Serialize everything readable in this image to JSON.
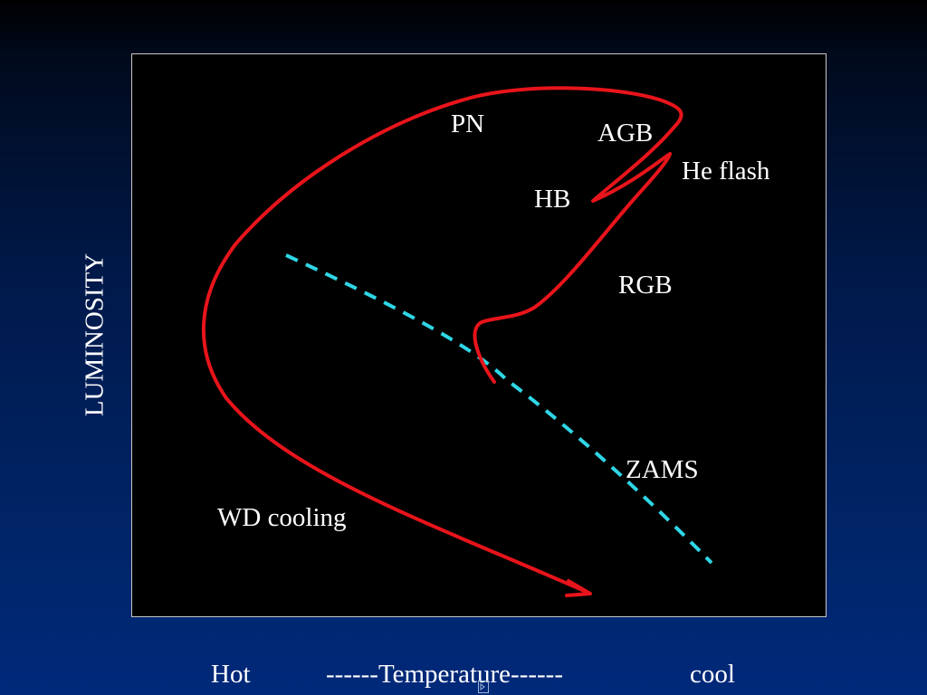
{
  "diagram": {
    "labels": {
      "pn": "PN",
      "agb": "AGB",
      "he_flash": "He flash",
      "hb": "HB",
      "rgb": "RGB",
      "zams": "ZAMS",
      "wd_cooling": "WD cooling"
    },
    "axis": {
      "y": "LUMINOSITY",
      "x_hot": "Hot",
      "x_mid": "------Temperature------",
      "x_cool": "cool"
    },
    "colors": {
      "evolution_track": "#e8141b",
      "zams_line": "#2fd6e6",
      "panel_background": "#000000",
      "text": "#ffffff"
    }
  }
}
